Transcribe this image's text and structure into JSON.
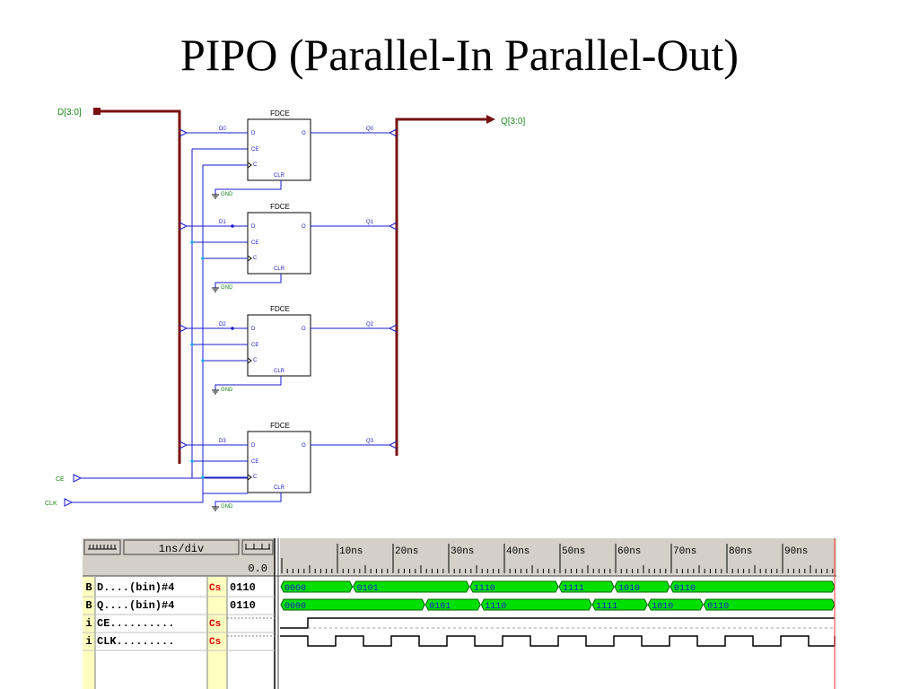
{
  "slide": {
    "title": "PIPO (Parallel-In Parallel-Out)"
  },
  "schematic": {
    "input_bus_label": "D[3:0]",
    "output_bus_label": "Q[3:0]",
    "ce_port_label": "CE",
    "clk_port_label": "CLK",
    "gnd_label": "GND",
    "flipflops": [
      {
        "type": "FDCE",
        "pin_d": "D",
        "pin_ce": "CE",
        "pin_c": "C",
        "pin_clr": "CLR",
        "pin_q": "O",
        "in_net": "D0",
        "out_net": "Q0"
      },
      {
        "type": "FDCE",
        "pin_d": "D",
        "pin_ce": "CE",
        "pin_c": "C",
        "pin_clr": "CLR",
        "pin_q": "O",
        "in_net": "D1",
        "out_net": "Q1"
      },
      {
        "type": "FDCE",
        "pin_d": "D",
        "pin_ce": "CE",
        "pin_c": "C",
        "pin_clr": "CLR",
        "pin_q": "O",
        "in_net": "D2",
        "out_net": "Q2"
      },
      {
        "type": "FDCE",
        "pin_d": "D",
        "pin_ce": "CE",
        "pin_c": "C",
        "pin_clr": "CLR",
        "pin_q": "O",
        "in_net": "D3",
        "out_net": "Q3"
      }
    ]
  },
  "waveform": {
    "scale_label": "1ns/div",
    "cursor_value": "0.0",
    "time_marks": [
      "10ns",
      "20ns",
      "30ns",
      "40ns",
      "50ns",
      "60ns",
      "70ns",
      "80ns",
      "90ns"
    ],
    "signals": [
      {
        "type": "B",
        "name": "D....(bin)#4",
        "flag": "Cs",
        "value": "0110",
        "segments": [
          {
            "label": "0000",
            "end": 1.3
          },
          {
            "label": "0101",
            "end": 3.4
          },
          {
            "label": "1110",
            "end": 5.0
          },
          {
            "label": "1111",
            "end": 6.0
          },
          {
            "label": "1010",
            "end": 7.0
          },
          {
            "label": "0110",
            "end": 11
          }
        ]
      },
      {
        "type": "B",
        "name": "Q....(bin)#4",
        "flag": "",
        "value": "0110",
        "segments": [
          {
            "label": "0000",
            "end": 2.6
          },
          {
            "label": "0101",
            "end": 3.6
          },
          {
            "label": "1110",
            "end": 5.6
          },
          {
            "label": "1111",
            "end": 6.6
          },
          {
            "label": "1010",
            "end": 7.6
          },
          {
            "label": "0110",
            "end": 11
          }
        ]
      },
      {
        "type": "i",
        "name": "CE..........",
        "flag": "Cs",
        "value": ""
      },
      {
        "type": "i",
        "name": "CLK.........",
        "flag": "Cs",
        "value": ""
      }
    ]
  },
  "colors": {
    "bus": "#7a1010",
    "wire": "#1a1acc",
    "text_green": "#1a8a1a",
    "clk_wire": "#22aaee",
    "wave_bus": "#00e000",
    "cs_red": "#dd0000",
    "sidebar_yellow": "#ffffc0",
    "cursor_red": "#ff3030"
  }
}
